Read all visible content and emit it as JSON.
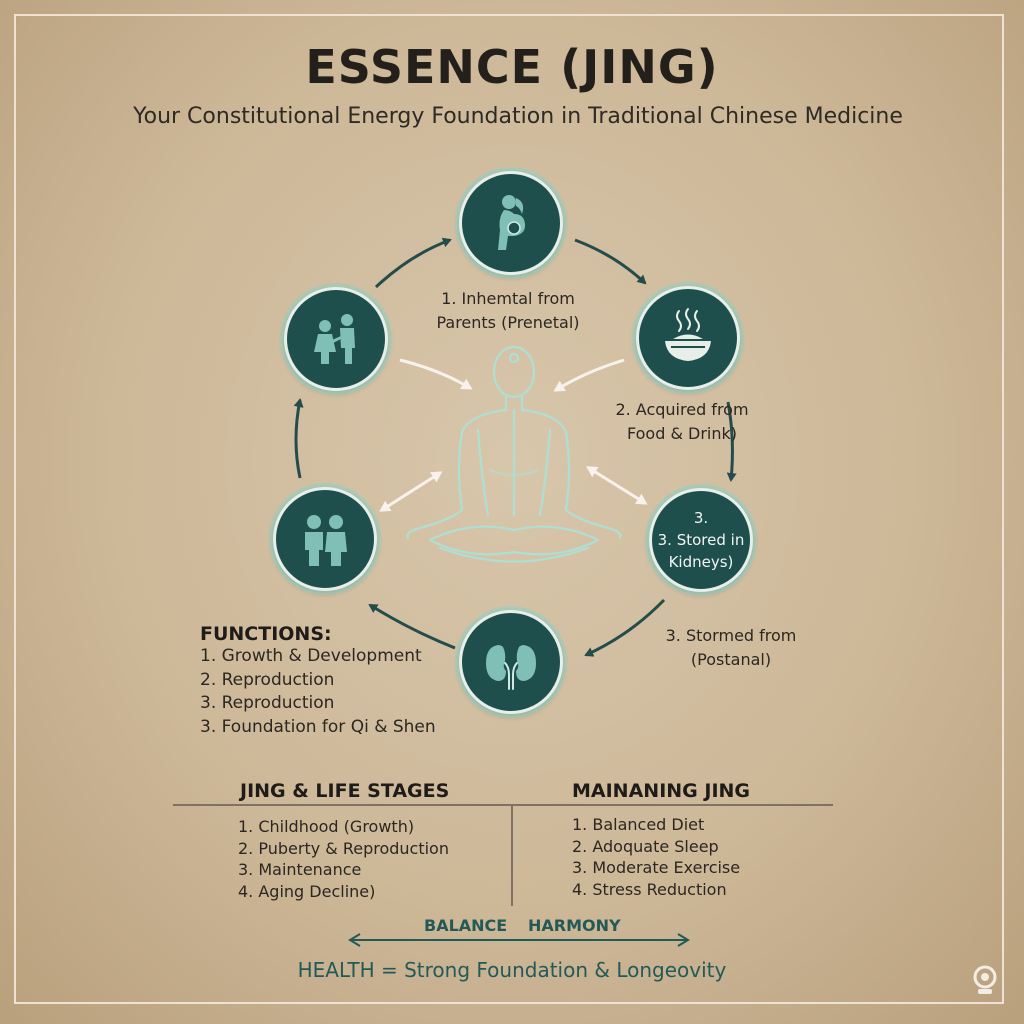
{
  "title": "ESSENCE (JING)",
  "subtitle": "Your Constitutional Energy Foundation in Traditional Chinese Medicine",
  "cycle": {
    "labels": {
      "inherited": [
        "1. Inhemtal from",
        "Parents (Prenetal)"
      ],
      "acquired": [
        "2. Acquired from",
        "Food & Drink)"
      ],
      "stored_outside": [
        "3. Stormed from",
        "(Postanal)"
      ]
    },
    "stored_circle_text": [
      "3.",
      "3. Stored in",
      "Kidneys)"
    ],
    "icons": {
      "top": "pregnant-woman-icon",
      "right": "food-bowl-icon",
      "left_top": "children-icon",
      "left_bottom": "elderly-couple-icon",
      "bottom": "kidneys-icon",
      "center": "meditating-figure-icon"
    },
    "colors": {
      "circle": "#1f4f4d",
      "ring": "#8fd2c4",
      "arrow": "#244c4a"
    }
  },
  "functions": {
    "heading": "FUNCTIONS:",
    "items": [
      "1. Growth & Development",
      "2. Reproduction",
      "3. Reproduction",
      "3. Foundation for Qi & Shen"
    ]
  },
  "life_stages": {
    "heading": "JING & LIFE STAGES",
    "items": [
      "1. Childhood (Growth)",
      "2. Puberty & Reproduction",
      "3. Maintenance",
      "4. Aging Decline)"
    ]
  },
  "maintaining": {
    "heading": "MAINANING JING",
    "items": [
      "1. Balanced Diet",
      "2. Adoquate Sleep",
      "3. Moderate Exercise",
      "4. Stress Reduction"
    ]
  },
  "balance": {
    "left": "BALANCE",
    "right": "HARMONY"
  },
  "health": "HEALTH = Strong Foundation & Longeovity"
}
